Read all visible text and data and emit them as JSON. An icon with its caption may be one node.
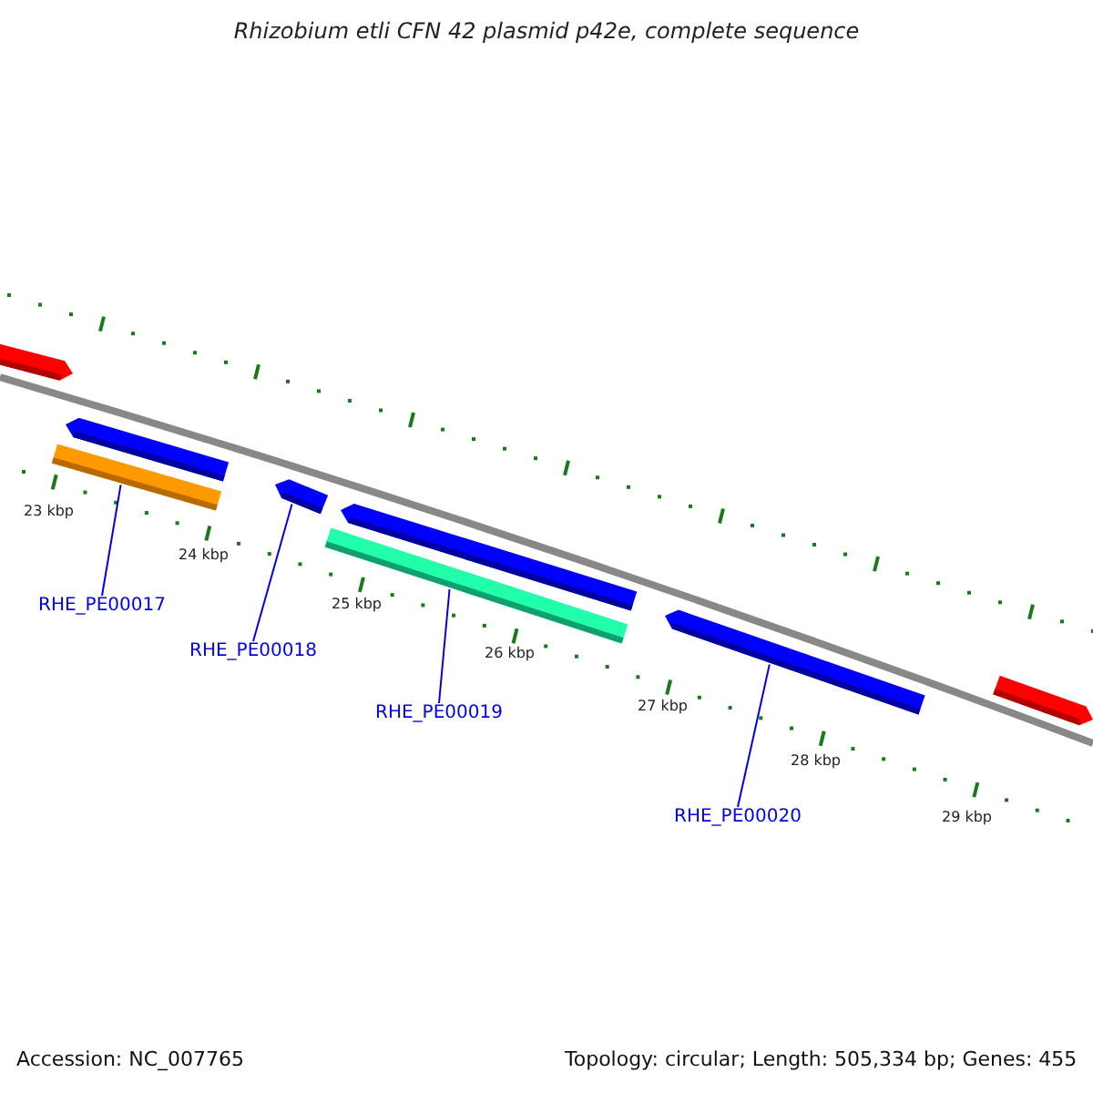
{
  "diagram": {
    "title": "Rhizobium etli CFN 42 plasmid p42e, complete sequence",
    "nodes": [
      {
        "text": [],
        "shape": "arrow"
      },
      {
        "text": [],
        "shape": "arrow"
      },
      {
        "text": [],
        "shape": "bar"
      },
      {
        "text": [],
        "shape": "arrow"
      },
      {
        "text": [],
        "shape": "arrow"
      },
      {
        "text": [],
        "shape": "bar"
      },
      {
        "text": [],
        "shape": "arrow"
      },
      {
        "text": [],
        "shape": "arrow"
      },
      {
        "text": [
          "RHE_PE00017"
        ]
      },
      {
        "text": [
          "RHE_PE00018"
        ]
      },
      {
        "text": [
          "RHE_PE00019"
        ]
      },
      {
        "text": [
          "RHE_PE00020"
        ]
      }
    ],
    "edges": [
      {
        "from": 8,
        "to": 2,
        "arrow": "none"
      },
      {
        "from": 9,
        "to": 3,
        "arrow": "none"
      },
      {
        "from": 10,
        "to": 5,
        "arrow": "none"
      },
      {
        "from": 11,
        "to": 6,
        "arrow": "none"
      }
    ],
    "labels": [
      "23 kbp",
      "24 kbp",
      "25 kbp",
      "26 kbp",
      "27 kbp",
      "28 kbp",
      "29 kbp",
      "Accession: NC_007765",
      "Topology: circular; Length: 505,334 bp; Genes: 455"
    ]
  }
}
